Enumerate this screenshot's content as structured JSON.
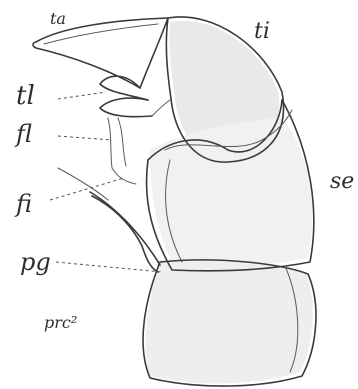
{
  "labels": {
    "ta": "ta",
    "ti": "ti",
    "tl": "tl",
    "fl": "fl",
    "se": "se",
    "fi": "fi",
    "pg": "pg",
    "prc": "prc²"
  },
  "colors": {
    "ink": "#3a3a3a",
    "shading": "#e9e9e9",
    "background": "#ffffff"
  }
}
